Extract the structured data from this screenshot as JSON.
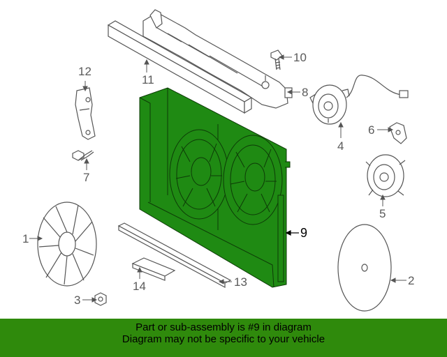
{
  "diagram": {
    "highlight_color": "#1f8a13",
    "line_color": "#555555",
    "callouts": [
      {
        "id": "1",
        "label": "1"
      },
      {
        "id": "2",
        "label": "2"
      },
      {
        "id": "3",
        "label": "3"
      },
      {
        "id": "4",
        "label": "4"
      },
      {
        "id": "5",
        "label": "5"
      },
      {
        "id": "6",
        "label": "6"
      },
      {
        "id": "7",
        "label": "7"
      },
      {
        "id": "8",
        "label": "8"
      },
      {
        "id": "9",
        "label": "9"
      },
      {
        "id": "10",
        "label": "10"
      },
      {
        "id": "11",
        "label": "11"
      },
      {
        "id": "12",
        "label": "12"
      },
      {
        "id": "13",
        "label": "13"
      },
      {
        "id": "14",
        "label": "14"
      }
    ]
  },
  "banner": {
    "line1": "Part or sub-assembly is #9 in diagram",
    "line2": "Diagram may not be specific to your vehicle",
    "background": "#2f8a0c"
  }
}
